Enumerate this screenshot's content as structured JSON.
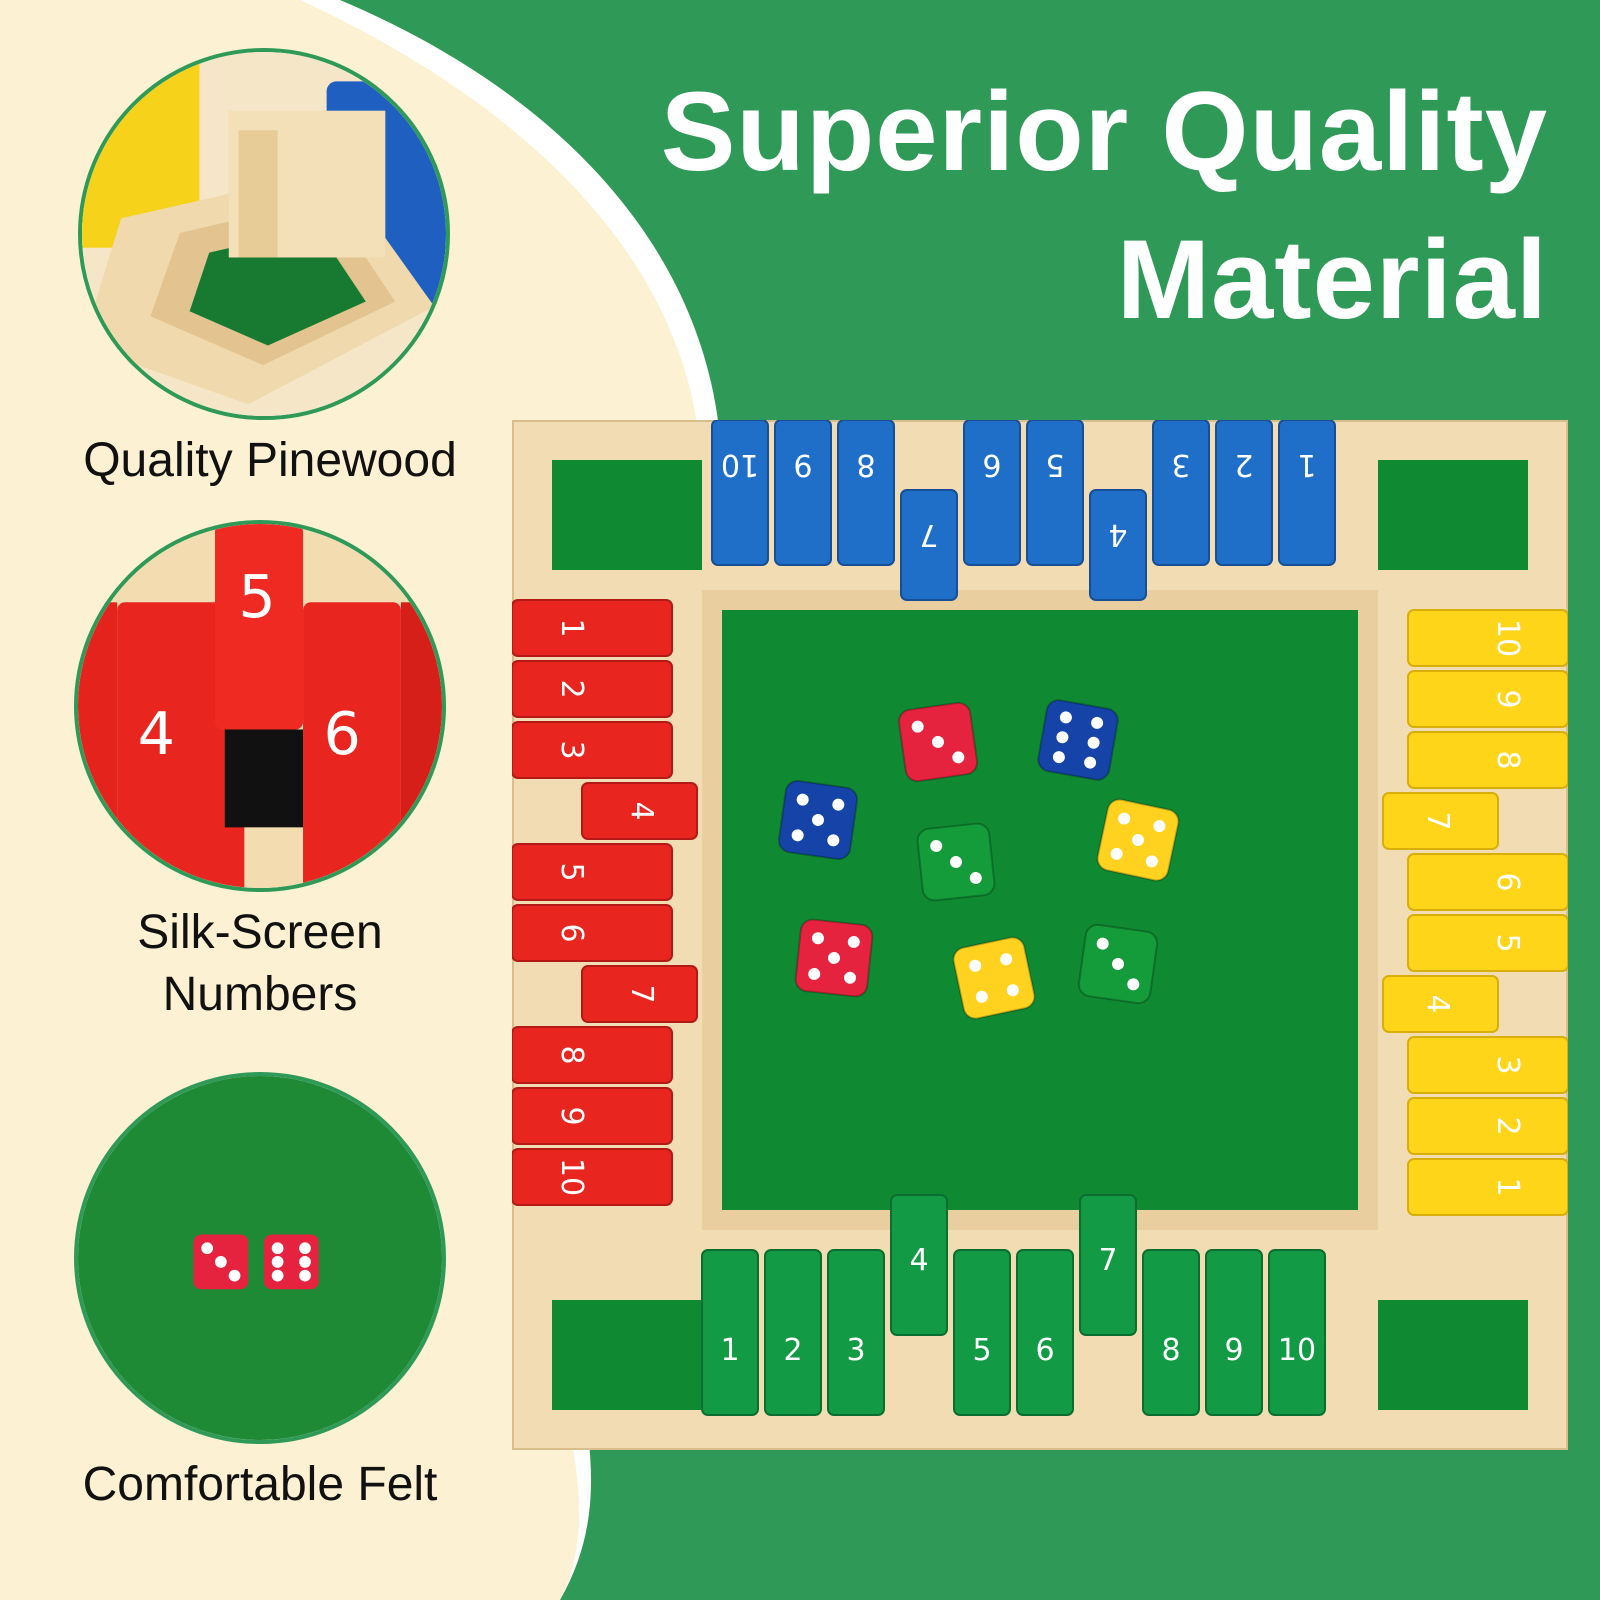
{
  "headline": {
    "line1": "Superior Quality",
    "line2": "Material"
  },
  "features": [
    {
      "caption_lines": [
        "Quality Pinewood"
      ]
    },
    {
      "caption_lines": [
        "Silk-Screen",
        "Numbers"
      ]
    },
    {
      "caption_lines": [
        "Comfortable Felt"
      ]
    }
  ],
  "board": {
    "tile_labels": [
      "1",
      "2",
      "3",
      "4",
      "5",
      "6",
      "7",
      "8",
      "9",
      "10"
    ],
    "blue_raised": [
      "4",
      "7"
    ],
    "green_raised": [
      "4",
      "7"
    ],
    "red_raised": [
      "4",
      "7"
    ],
    "yellow_raised": [
      "4",
      "7"
    ],
    "colors": {
      "blue": "#1f6fc9",
      "red": "#e8251f",
      "yellow": "#ffd51a",
      "green": "#129a44",
      "felt": "#0f8a33",
      "wood": "#f1dcb4"
    },
    "dice": [
      {
        "color": "red",
        "pips": 3
      },
      {
        "color": "blue",
        "pips": 6
      },
      {
        "color": "blue",
        "pips": 5
      },
      {
        "color": "green",
        "pips": 3
      },
      {
        "color": "yellow",
        "pips": 5
      },
      {
        "color": "red",
        "pips": 5
      },
      {
        "color": "yellow",
        "pips": 4
      },
      {
        "color": "green",
        "pips": 3
      }
    ]
  },
  "felt_inset_dice": [
    {
      "color": "red",
      "pips": 3
    },
    {
      "color": "red",
      "pips": 6
    }
  ],
  "palette": {
    "green_bg": "#2f9a57",
    "cream": "#fdf1d3"
  }
}
